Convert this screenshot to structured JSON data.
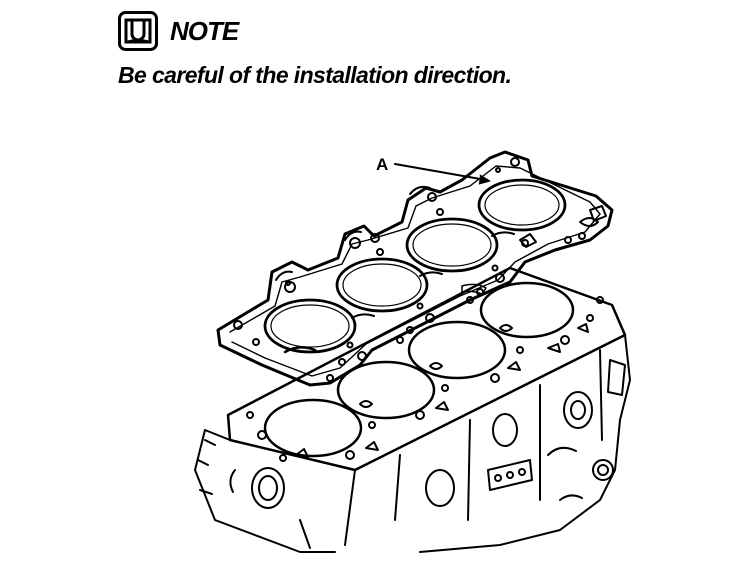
{
  "note": {
    "icon": "note-book-icon",
    "title": "NOTE",
    "text": "Be careful of the installation direction."
  },
  "figure": {
    "callout_label": "A",
    "parts": [
      "cylinder-head-gasket",
      "cylinder-block"
    ]
  }
}
